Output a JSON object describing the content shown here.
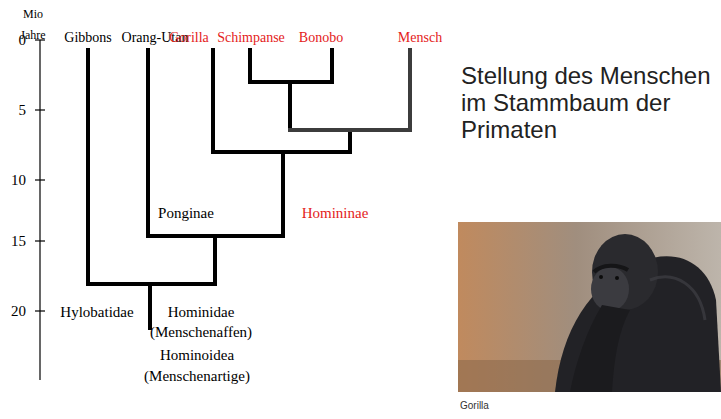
{
  "diagram": {
    "title": "Stellung des Menschen im Stammbaum der Primaten",
    "caption": "Gorilla",
    "labels": [
      "Mio Jahre",
      "0",
      "5",
      "10",
      "15",
      "20",
      "Gibbons",
      "Orang-Utan",
      "Gorilla",
      "Schimpanse",
      "Bonobo",
      "Mensch",
      "Ponginae",
      "Homininae",
      "Hylobatidae",
      "Hominidae (Menschenaffen)",
      "Hominoidea (Menschenartige)"
    ]
  }
}
